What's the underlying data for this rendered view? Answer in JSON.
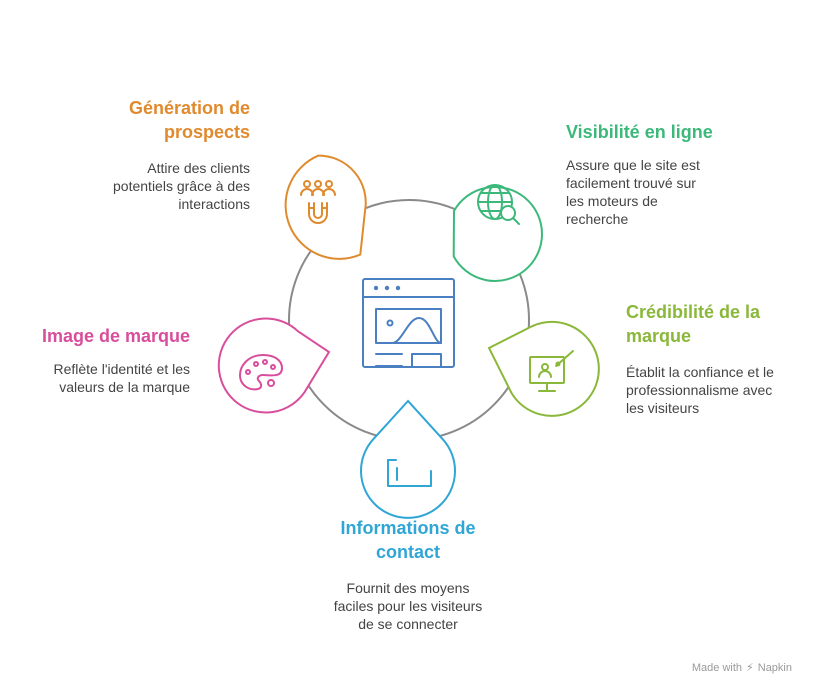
{
  "items": [
    {
      "id": "generation",
      "title": "Génération de prospects",
      "title_lines": [
        "Génération de",
        "prospects"
      ],
      "desc_lines": [
        "Attire des clients",
        "potentiels grâce à des",
        "interactions"
      ],
      "color": "#E08A2E",
      "icon": "users-magnet-icon"
    },
    {
      "id": "visibilite",
      "title": "Visibilité en ligne",
      "title_lines": [
        "Visibilité en ligne"
      ],
      "desc_lines": [
        "Assure que le site est",
        "facilement trouvé sur",
        "les moteurs de",
        "recherche"
      ],
      "color": "#3CB97A",
      "icon": "globe-search-icon"
    },
    {
      "id": "credibilite",
      "title": "Crédibilité de la marque",
      "title_lines": [
        "Crédibilité de la",
        "marque"
      ],
      "desc_lines": [
        "Établit la confiance et le",
        "professionnalisme avec",
        "les visiteurs"
      ],
      "color": "#8AB83A",
      "icon": "presentation-icon"
    },
    {
      "id": "contact",
      "title": "Informations de contact",
      "title_lines": [
        "Informations de",
        "contact"
      ],
      "desc_lines": [
        "Fournit des moyens",
        "faciles pour les visiteurs",
        "de se connecter"
      ],
      "color": "#2FA6D6",
      "icon": "contact-card-icon"
    },
    {
      "id": "image",
      "title": "Image de marque",
      "title_lines": [
        "Image de marque"
      ],
      "desc_lines": [
        "Reflète l'identité et les",
        "valeurs de la marque"
      ],
      "color": "#D94E9C",
      "icon": "palette-icon"
    }
  ],
  "center_icon": "website-icon",
  "footer": {
    "made_with": "Made with",
    "brand": "Napkin"
  }
}
